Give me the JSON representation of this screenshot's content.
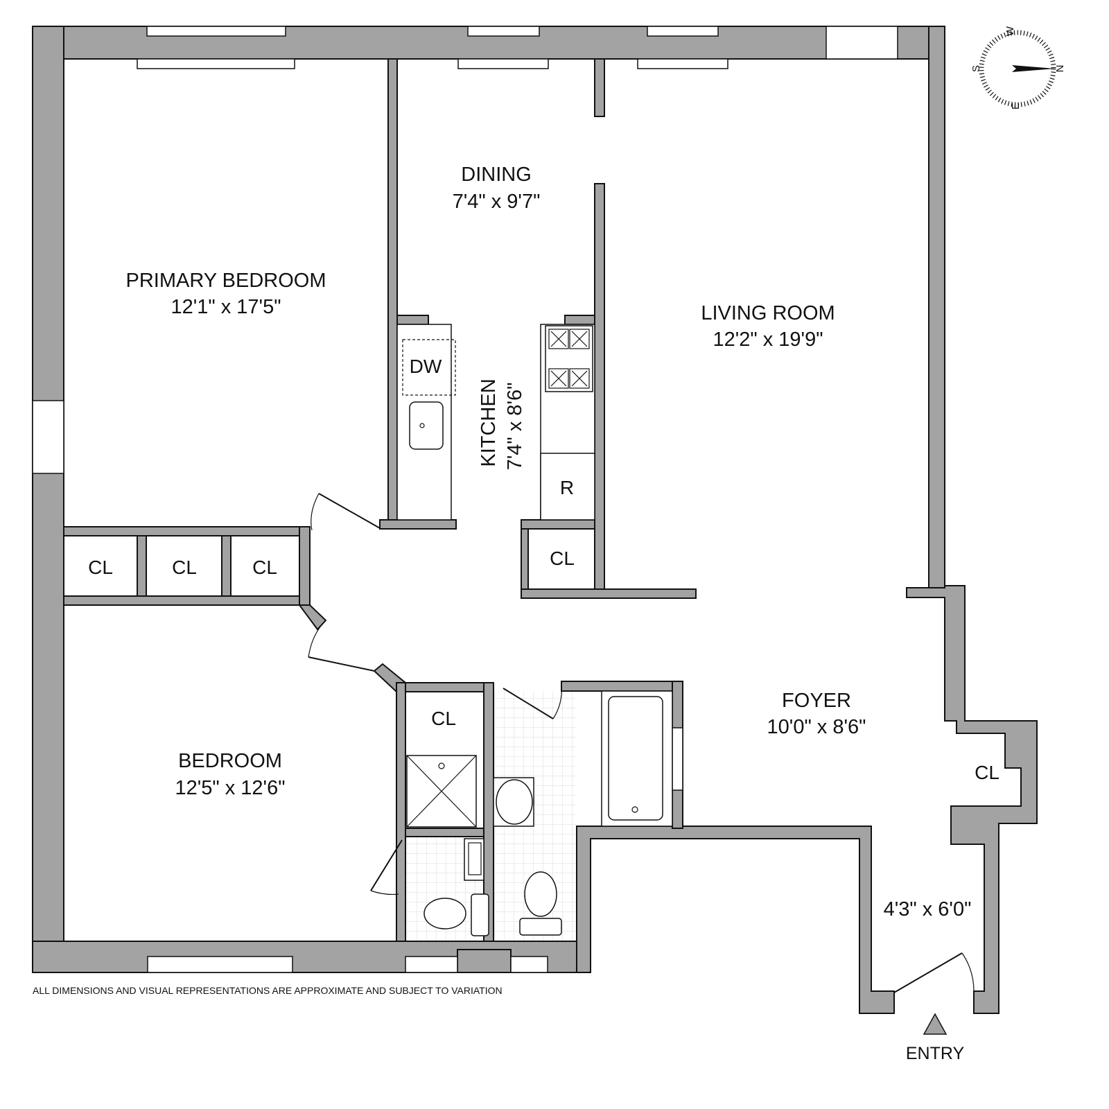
{
  "rooms": {
    "primary_bedroom": {
      "name": "PRIMARY BEDROOM",
      "size": "12'1\" x 17'5\""
    },
    "dining": {
      "name": "DINING",
      "size": "7'4\" x 9'7\""
    },
    "living_room": {
      "name": "LIVING ROOM",
      "size": "12'2\" x 19'9\""
    },
    "kitchen": {
      "name": "KITCHEN",
      "size": "7'4\" x 8'6\""
    },
    "bedroom": {
      "name": "BEDROOM",
      "size": "12'5\" x 12'6\""
    },
    "foyer": {
      "name": "FOYER",
      "size": "10'0\" x 8'6\""
    },
    "entry_hall": {
      "size": "4'3\" x 6'0\""
    }
  },
  "labels": {
    "closet": "CL",
    "dishwasher": "DW",
    "refrigerator": "R",
    "entry": "ENTRY"
  },
  "compass": {
    "n": "N",
    "s": "S",
    "e": "E",
    "w": "W"
  },
  "disclaimer": "ALL DIMENSIONS AND VISUAL REPRESENTATIONS ARE APPROXIMATE AND SUBJECT TO VARIATION",
  "colors": {
    "wall": "#a3a3a3",
    "line": "#111111"
  }
}
